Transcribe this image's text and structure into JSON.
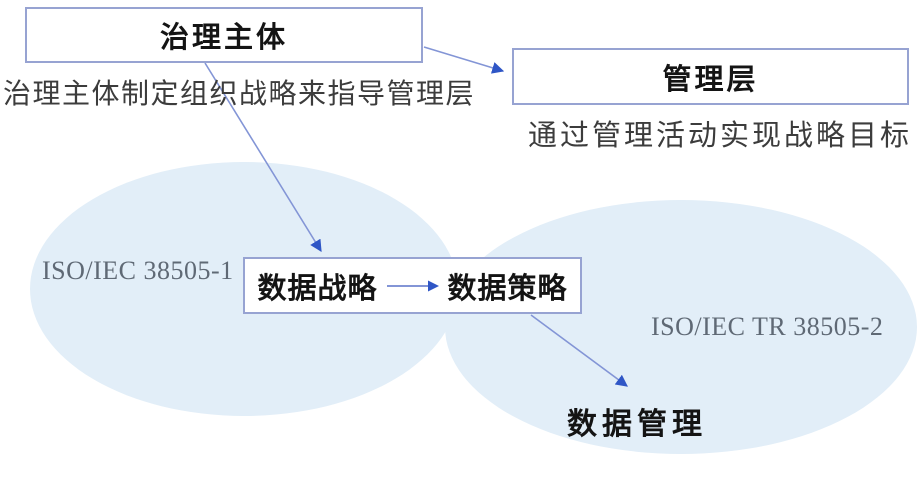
{
  "figure": {
    "boxes": {
      "governance": {
        "label": "治理主体"
      },
      "management": {
        "label": "管理层"
      },
      "data": {
        "strategy": "数据战略",
        "policy": "数据策略"
      }
    },
    "notes": {
      "governance": "治理主体制定组织战略来指导管理层",
      "management": "通过管理活动实现战略目标"
    },
    "ellipses": {
      "left_label": "ISO/IEC 38505-1",
      "right_label": "ISO/IEC TR 38505-2"
    },
    "data_management_label": "数据管理",
    "colors": {
      "ellipse_fill": "#e2eef8",
      "box_border": "#97a3d2",
      "arrow_line": "#8395d6",
      "arrow_head": "#2f56c6",
      "note_text": "#3c3c3c",
      "iso_text": "#5f6975"
    }
  }
}
